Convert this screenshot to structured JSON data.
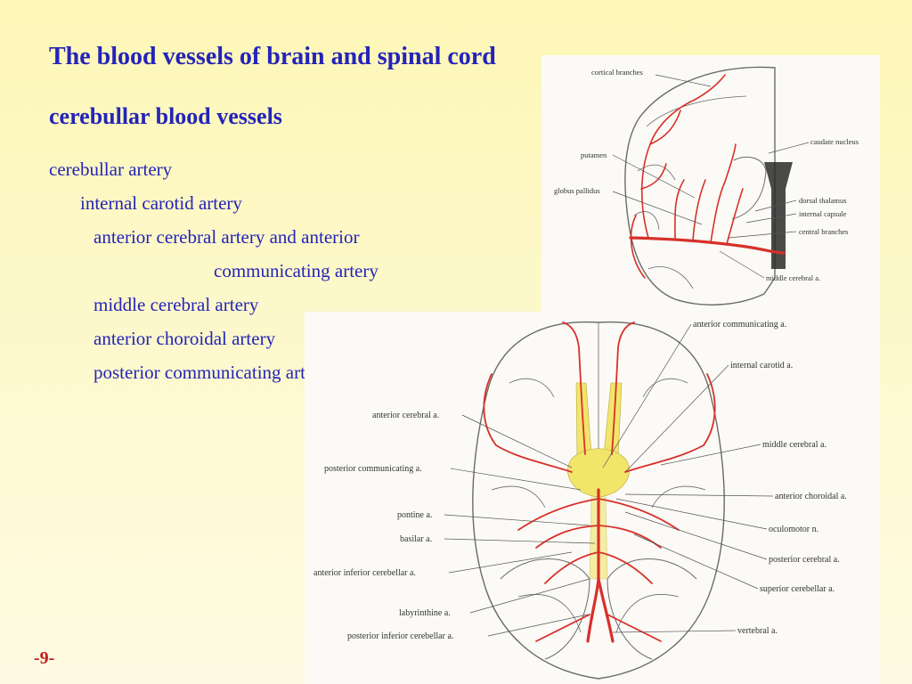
{
  "slide": {
    "title": "The blood vessels of brain and spinal cord",
    "subtitle": "cerebullar blood vessels",
    "page_number": "-9-"
  },
  "outline": {
    "l1": "cerebullar artery",
    "l2": "internal carotid artery",
    "l3_1": "anterior cerebral artery and anterior",
    "l3_1_cont": "communicating artery",
    "l3_2": "middle cerebral artery",
    "l3_3": "anterior choroidal artery",
    "l3_4": "posterior communicating artery"
  },
  "coronal_labels": {
    "cortical": "cortical branches",
    "caudate": "caudate nucleus",
    "putamen": "putamen",
    "globus": "globus pallidus",
    "thalamus": "dorsal thalamus",
    "capsule": "internal capsule",
    "central": "central branches",
    "middle": "middle cerebral a."
  },
  "base_labels": {
    "ant_comm": "anterior communicating a.",
    "int_carotid": "internal carotid a.",
    "ant_cerebral": "anterior cerebral a.",
    "mid_cerebral": "middle cerebral a.",
    "post_comm": "posterior communicating a.",
    "ant_choroidal": "anterior choroidal a.",
    "pontine": "pontine a.",
    "oculomotor": "oculomotor n.",
    "basilar": "basilar a.",
    "post_cerebral": "posterior cerebral a.",
    "aica": "anterior inferior cerebellar a.",
    "sup_cerebellar": "superior cerebellar a.",
    "labyrinthine": "labyrinthine a.",
    "vertebral": "vertebral a.",
    "pica": "posterior inferior cerebellar a."
  },
  "colors": {
    "text": "#2424b8",
    "page_number": "#c41a1a",
    "artery": "#d8302a",
    "nerve": "#f1e66a"
  }
}
